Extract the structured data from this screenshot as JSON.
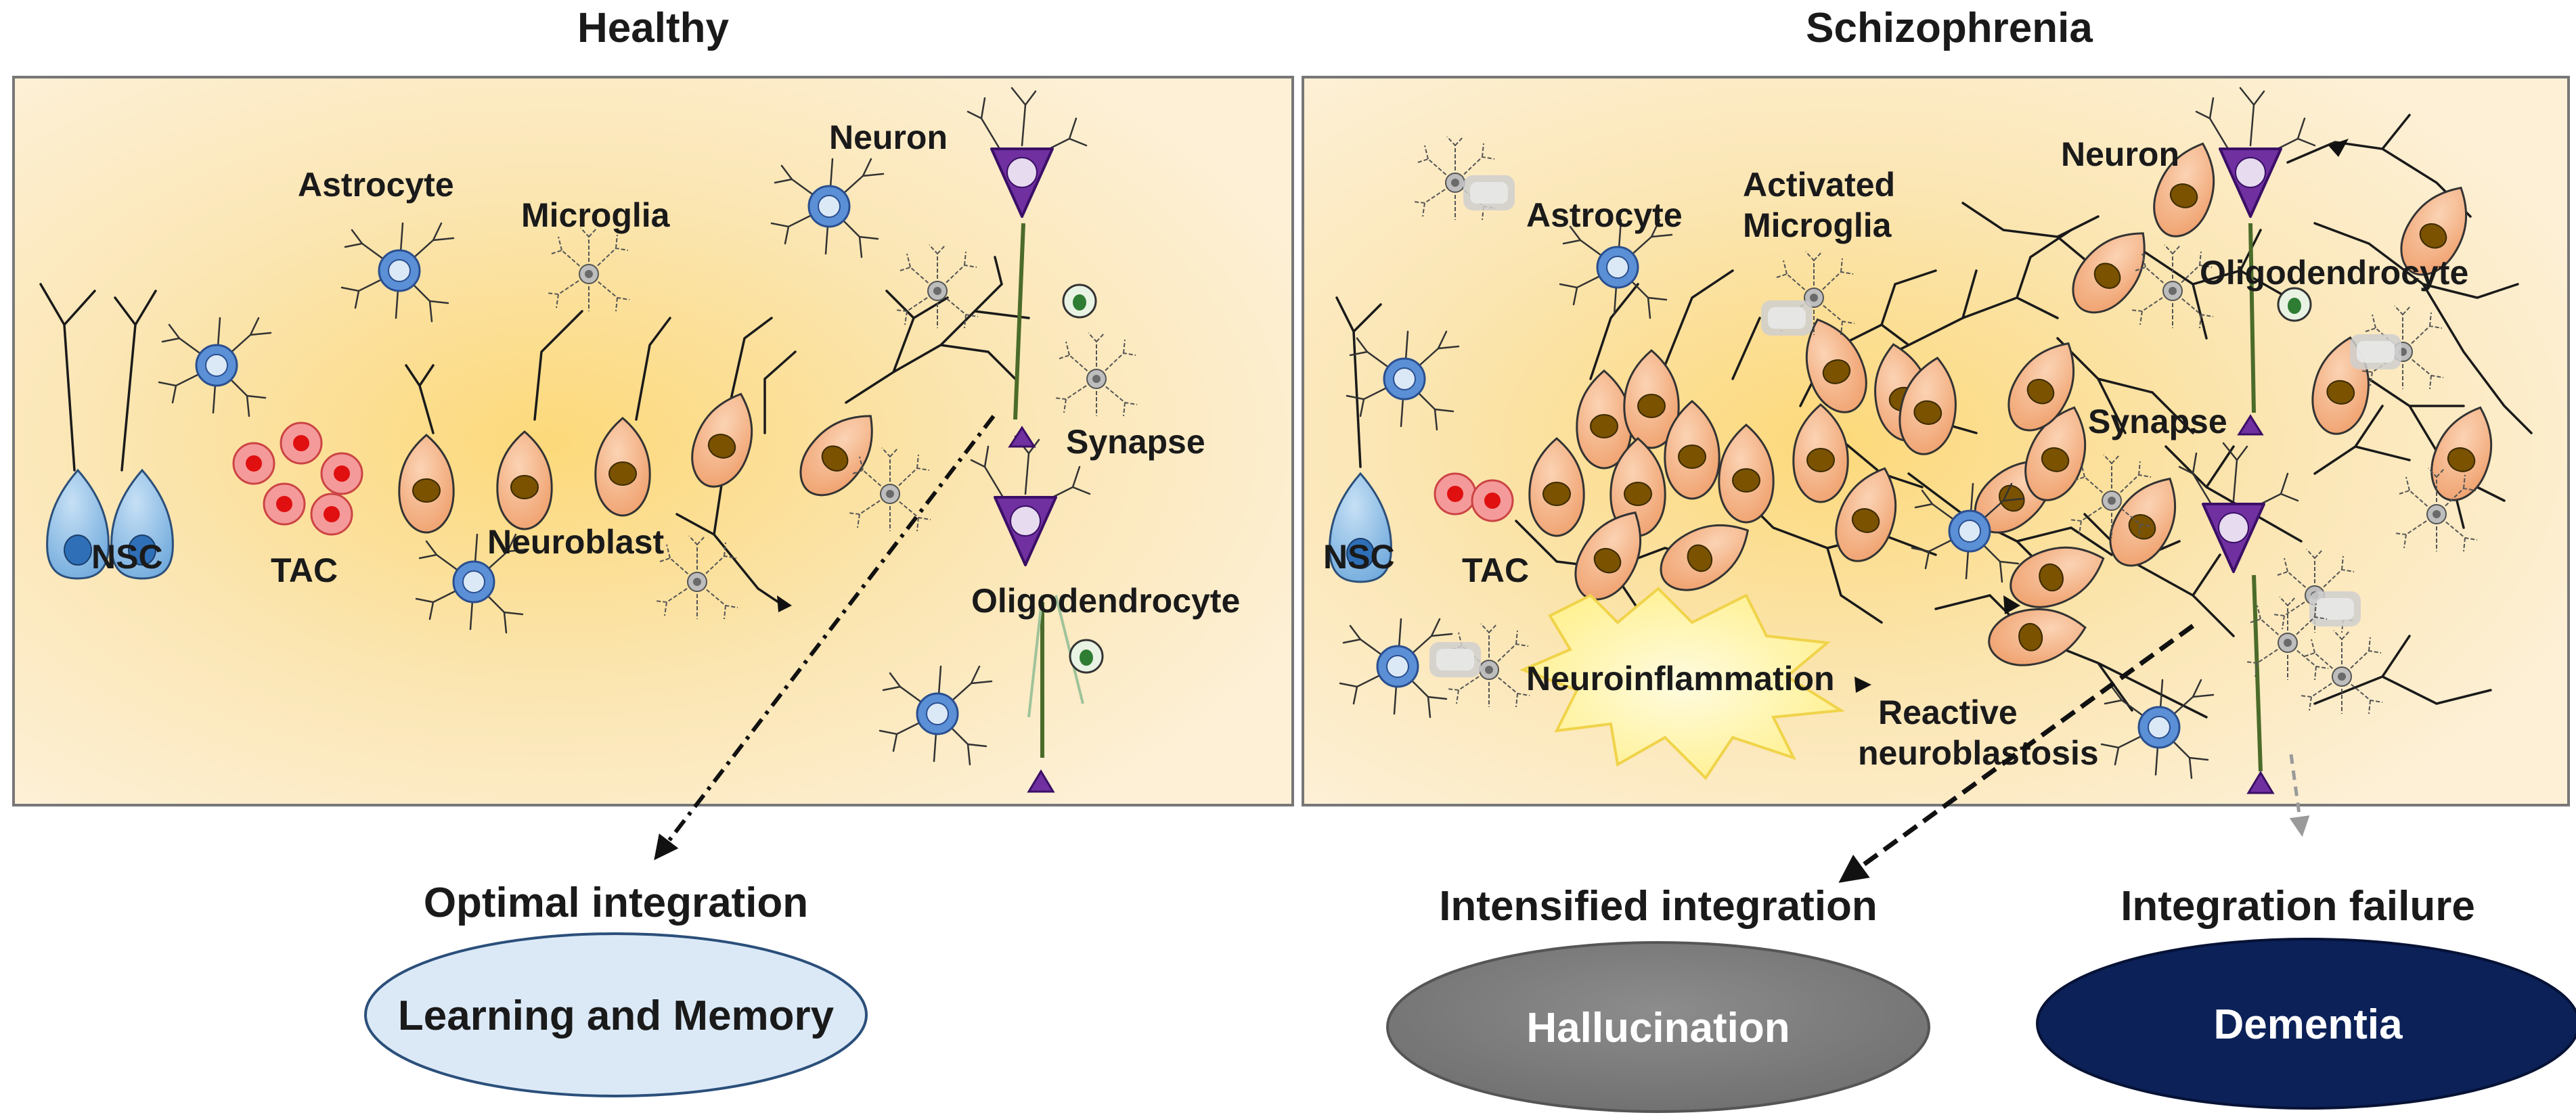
{
  "panels": {
    "healthy": {
      "title": "Healthy",
      "labels": {
        "nsc": "NSC",
        "tac": "TAC",
        "neuroblast": "Neuroblast",
        "astrocyte": "Astrocyte",
        "microglia": "Microglia",
        "neuron": "Neuron",
        "synapse": "Synapse",
        "oligodendrocyte": "Oligodendrocyte"
      }
    },
    "schizophrenia": {
      "title": "Schizophrenia",
      "labels": {
        "nsc": "NSC",
        "tac": "TAC",
        "astrocyte": "Astrocyte",
        "activated_microglia_line1": "Activated",
        "activated_microglia_line2": "Microglia",
        "neuron": "Neuron",
        "oligodendrocyte": "Oligodendrocyte",
        "synapse": "Synapse",
        "neuroinflammation": "Neuroinflammation",
        "reactive_line1": "Reactive",
        "reactive_line2": "neuroblastosis"
      }
    }
  },
  "outcomes": {
    "optimal": {
      "heading": "Optimal integration",
      "oval": "Learning and Memory"
    },
    "intensified": {
      "heading": "Intensified integration",
      "oval": "Hallucination"
    },
    "failure": {
      "heading": "Integration failure",
      "oval": "Dementia"
    }
  },
  "colors": {
    "panel_bg": "#fbe8bf",
    "panel_glow": "#fcd97a",
    "nsc_fill": "#8fc0e6",
    "tac_fill": "#f49a9a",
    "tac_nucleus": "#e01010",
    "neuroblast_fill": "#f4b183",
    "neuroblast_nucleus": "#7a5200",
    "astro_fill": "#5b8fd6",
    "neuron_fill": "#7030a0",
    "oligo_nucleus": "#2e7d32",
    "oval_light": "#dbe9f7",
    "oval_gray": "#7f7f7f",
    "oval_navy": "#0b2158",
    "burst": "#fff6a8"
  }
}
